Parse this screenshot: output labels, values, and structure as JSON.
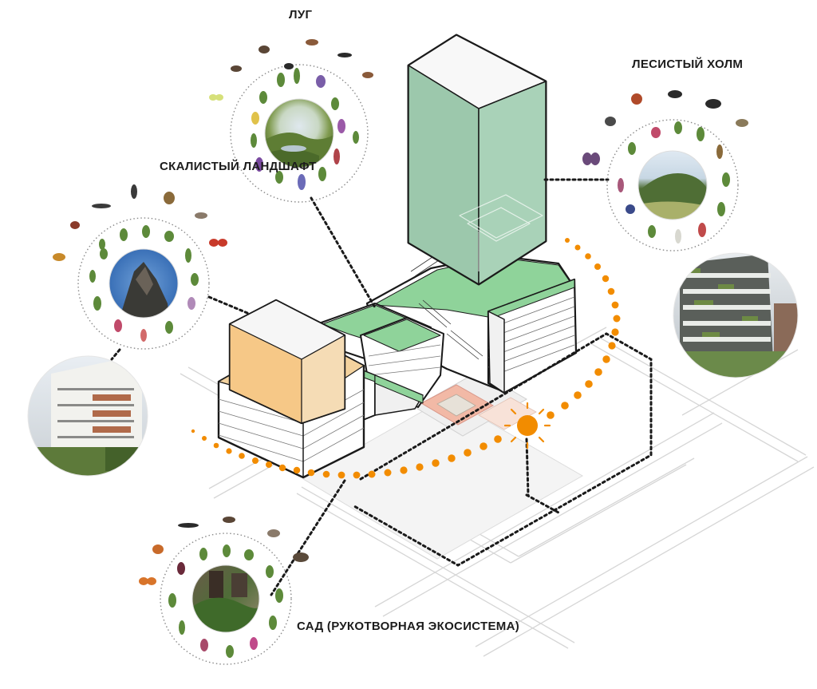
{
  "habitats": {
    "meadow": {
      "title": "ЛУГ"
    },
    "rocky": {
      "title": "СКАЛИСТЫЙ ЛАНДШАФТ"
    },
    "forest_hill": {
      "title": "ЛЕСИСТЫЙ ХОЛМ"
    },
    "garden": {
      "title": "САД (РУКОТВОРНАЯ ЭКОСИСТЕМА)"
    }
  },
  "colors": {
    "tower": "#94c2a8",
    "green_roof": "#8fd39a",
    "orange_block": "#f3cf92",
    "sun": "#f28c00",
    "sun_path": "#f28c00",
    "plaza": "#f2b9a6",
    "street_lines": "#d4d4d4"
  },
  "icons": [
    "sun-icon",
    "bird-icon",
    "butterfly-icon",
    "plant-icon"
  ]
}
